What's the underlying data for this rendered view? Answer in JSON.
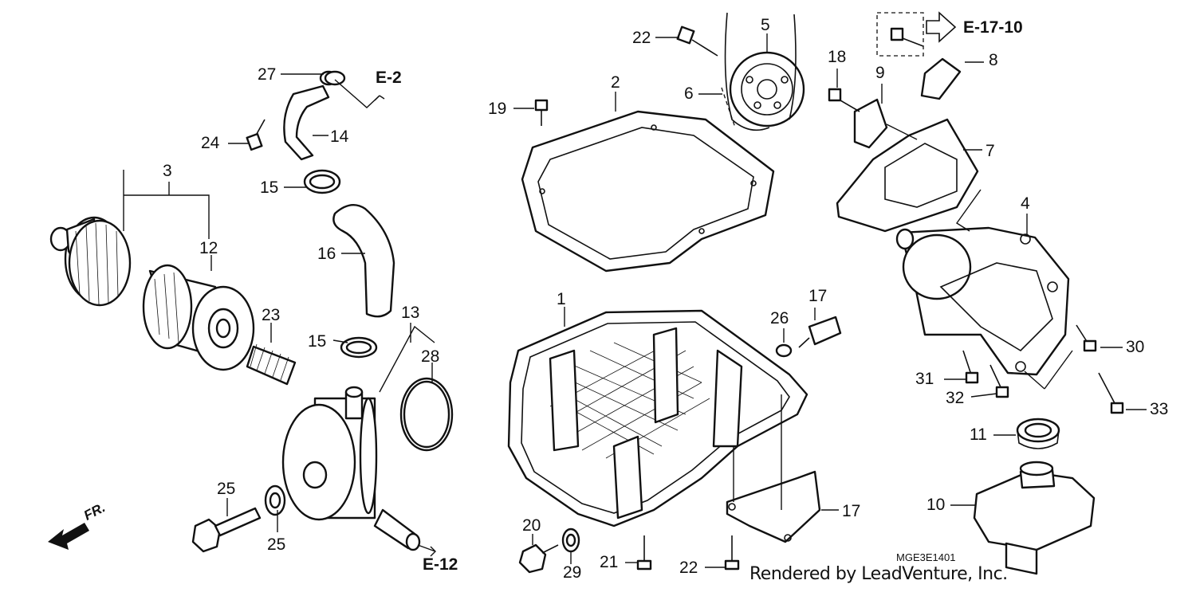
{
  "diagram": {
    "callouts": [
      "1",
      "2",
      "3",
      "4",
      "5",
      "6",
      "7",
      "8",
      "9",
      "10",
      "11",
      "12",
      "13",
      "14",
      "15",
      "15",
      "16",
      "17",
      "18",
      "19",
      "20",
      "21",
      "22",
      "22",
      "23",
      "24",
      "25",
      "26",
      "27",
      "28",
      "29",
      "30",
      "31",
      "32",
      "32",
      "32",
      "33"
    ],
    "references": [
      "E-2",
      "E-12",
      "E-17-10"
    ],
    "direction_label": "FR.",
    "diagram_code": "MGE3E1401",
    "credit": "Rendered by LeadVenture, Inc."
  }
}
